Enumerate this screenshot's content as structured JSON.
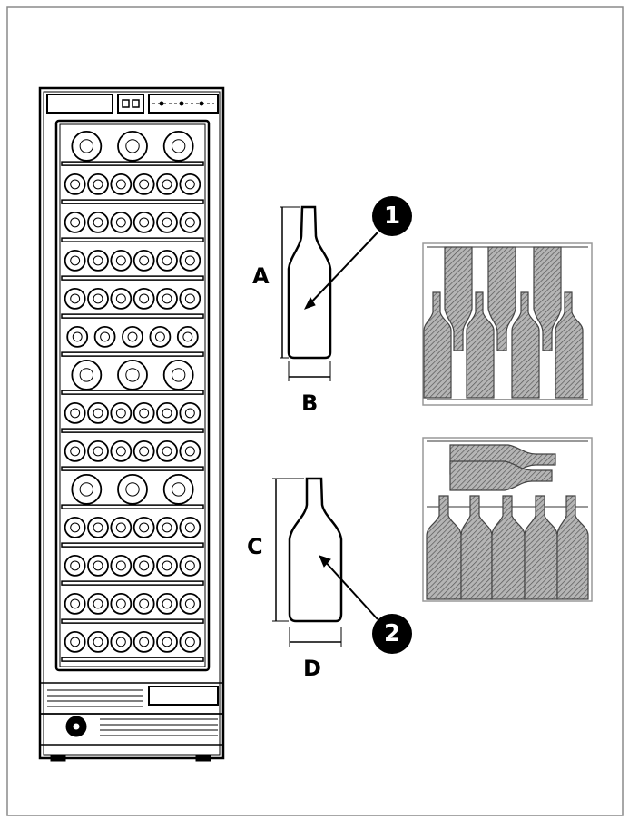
{
  "labels": {
    "dim_a": "A",
    "dim_b": "B",
    "dim_c": "C",
    "dim_d": "D"
  },
  "callouts": {
    "one": "1",
    "two": "2"
  },
  "colors": {
    "line": "#000000",
    "bottle_fill": "#9a9a9a",
    "page_border": "#888888"
  },
  "shelf_bottles_per_row": [
    3,
    6,
    6,
    6,
    6,
    5,
    3,
    6,
    6,
    3,
    6,
    6,
    6,
    6
  ]
}
